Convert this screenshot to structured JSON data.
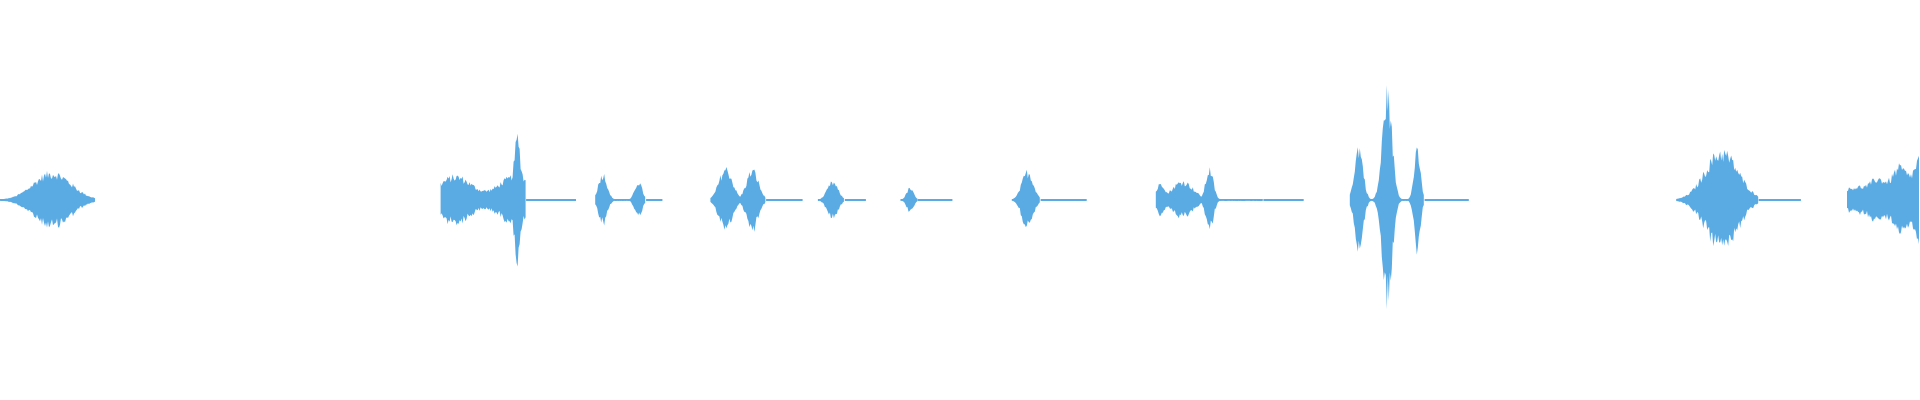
{
  "colors": {
    "background": "#ffffff",
    "waveform": "#5aaae3"
  },
  "waveform": {
    "channels": 1,
    "peak_scale": 1.0,
    "bursts": [
      {
        "start": 0.0,
        "end": 0.0495,
        "peak": 0.23,
        "shape": "bell",
        "tail_end": 0.0495
      },
      {
        "start": 0.2295,
        "end": 0.274,
        "peak": 0.4,
        "shape": "rising",
        "tail_end": 0.3
      },
      {
        "start": 0.31,
        "end": 0.3365,
        "peak": 0.22,
        "shape": "twin",
        "tail_end": 0.345
      },
      {
        "start": 0.37,
        "end": 0.399,
        "peak": 0.32,
        "shape": "double-bell",
        "tail_end": 0.418
      },
      {
        "start": 0.426,
        "end": 0.44,
        "peak": 0.15,
        "shape": "bell",
        "tail_end": 0.451
      },
      {
        "start": 0.469,
        "end": 0.478,
        "peak": 0.1,
        "shape": "bell",
        "tail_end": 0.496
      },
      {
        "start": 0.527,
        "end": 0.542,
        "peak": 0.24,
        "shape": "bell",
        "tail_end": 0.566
      },
      {
        "start": 0.602,
        "end": 0.658,
        "peak": 0.26,
        "shape": "twin-wide",
        "tail_end": 0.679
      },
      {
        "start": 0.703,
        "end": 0.742,
        "peak": 0.9,
        "shape": "spike",
        "tail_end": 0.765
      },
      {
        "start": 0.873,
        "end": 0.916,
        "peak": 0.41,
        "shape": "bell",
        "tail_end": 0.938
      },
      {
        "start": 0.962,
        "end": 1.0,
        "peak": 0.38,
        "shape": "rising-open",
        "tail_end": 1.0
      }
    ]
  }
}
